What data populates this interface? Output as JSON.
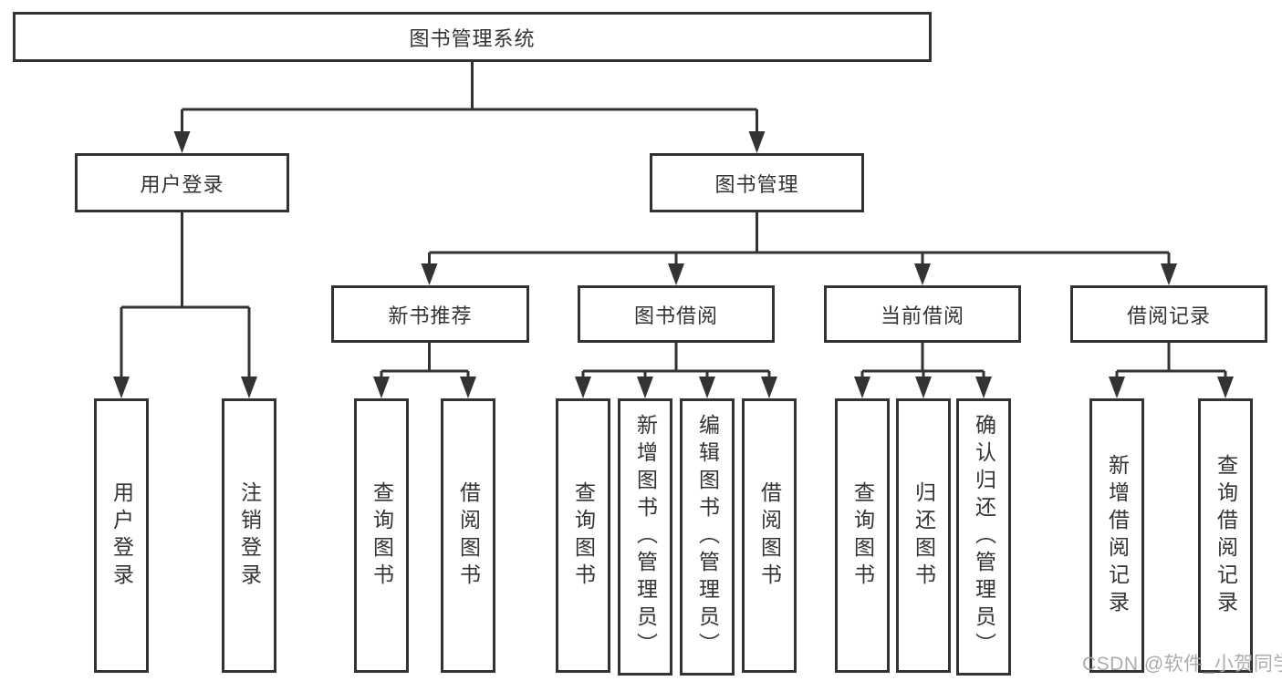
{
  "diagram": {
    "root": {
      "label": "图书管理系统"
    },
    "level2": [
      {
        "label": "用户登录",
        "children": [
          {
            "label": "用户登录"
          },
          {
            "label": "注销登录"
          }
        ]
      },
      {
        "label": "图书管理",
        "children": [
          {
            "label": "新书推荐",
            "children": [
              {
                "label": "查询图书"
              },
              {
                "label": "借阅图书"
              }
            ]
          },
          {
            "label": "图书借阅",
            "children": [
              {
                "label": "查询图书"
              },
              {
                "label": "新增图书（管理员）"
              },
              {
                "label": "编辑图书（管理员）"
              },
              {
                "label": "借阅图书"
              }
            ]
          },
          {
            "label": "当前借阅",
            "children": [
              {
                "label": "查询图书"
              },
              {
                "label": "归还图书"
              },
              {
                "label": "确认归还（管理员）"
              }
            ]
          },
          {
            "label": "借阅记录",
            "children": [
              {
                "label": "新增借阅记录"
              },
              {
                "label": "查询借阅记录"
              }
            ]
          }
        ]
      }
    ],
    "watermark": "CSDN @软件_小贺同学",
    "colors": {
      "line": "#333333",
      "box_border": "#333333",
      "text": "#333333",
      "watermark": "#a5a5a5",
      "background": "#ffffff"
    }
  }
}
